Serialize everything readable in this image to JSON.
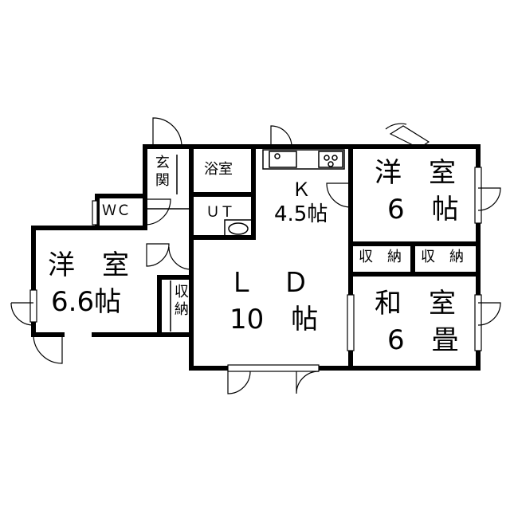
{
  "rooms": {
    "western_room_left": {
      "name": "洋　室",
      "size": "6.6帖"
    },
    "western_room_right": {
      "name": "洋　室",
      "size": "6　帖"
    },
    "japanese_room": {
      "name": "和　室",
      "size": "6　畳"
    },
    "ld": {
      "name": "Ｌ　Ｄ",
      "size": "10　帖"
    },
    "kitchen": {
      "name": "Ｋ",
      "size": "4.5帖"
    },
    "bathroom": {
      "name": "浴室"
    },
    "utility": {
      "name": "ＵＴ"
    },
    "toilet": {
      "name": "ＷＣ"
    },
    "entrance": {
      "name": "玄関"
    },
    "storage_left": {
      "name": "収納"
    },
    "storage_mid": {
      "name": "収　納"
    },
    "storage_right": {
      "name": "収　納"
    }
  }
}
